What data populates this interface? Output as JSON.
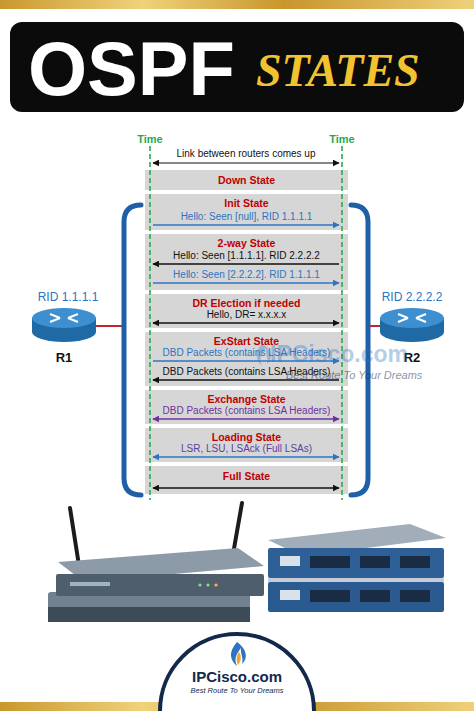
{
  "diagram": {
    "nodes": [
      {
        "text": [
          "OSPF",
          "STATES"
        ]
      },
      {
        "text": [
          "RID 1.1.1.1",
          "R1"
        ]
      },
      {
        "text": [
          "Down State"
        ]
      },
      {
        "text": [
          "Init State",
          "Hello: Seen [null], RID 1.1.1.1"
        ]
      },
      {
        "text": [
          "2-way State",
          "Hello: Seen [1.1.1.1]. RID 2.2.2.2",
          "Hello: Seen [2.2.2.2]. RID 1.1.1.1"
        ]
      },
      {
        "text": [
          "DR Election if needed",
          "Hello, DR= x.x.x.x"
        ]
      },
      {
        "text": [
          "ExStart State",
          "DBD Packets (contains LSA Headers)",
          "DBD Packets (contains LSA Headers)"
        ]
      },
      {
        "text": [
          "Exchange State",
          "DBD Packets (contains LSA Headers)"
        ]
      },
      {
        "text": [
          "Loading State",
          "LSR, LSU, LSAck (Full LSAs)"
        ]
      },
      {
        "text": [
          "Full State"
        ]
      },
      {
        "text": [
          "RID 2.2.2.2",
          "R2"
        ]
      },
      {
        "text": [
          "IPCisco.com",
          "Best Route To Your Dreams"
        ]
      }
    ],
    "labels": [
      "Time",
      "Time",
      "Link between routers comes up",
      "IPCisco.com",
      "Best Route To Your Dreams"
    ]
  }
}
